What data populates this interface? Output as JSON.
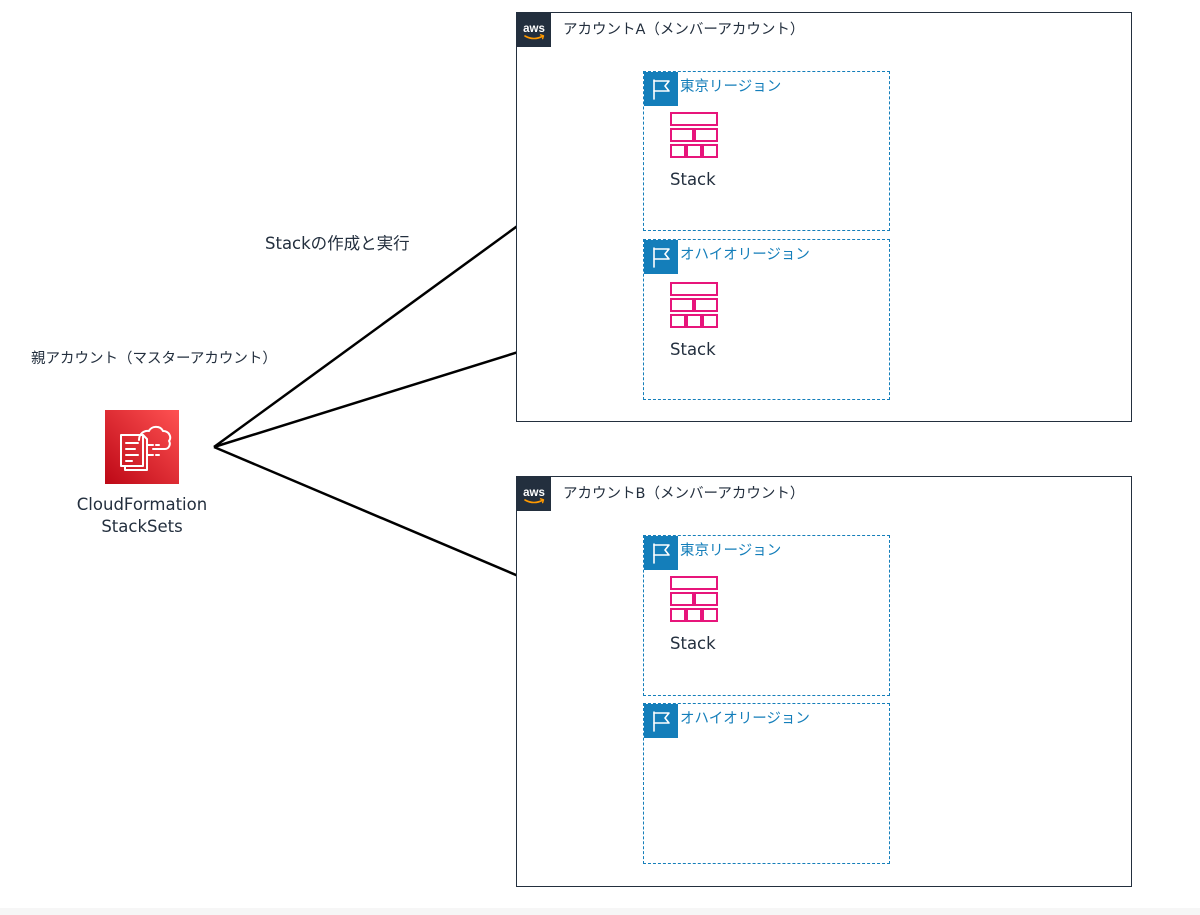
{
  "parent": {
    "title": "親アカウント（マスターアカウント）",
    "service_line1": "CloudFormation",
    "service_line2": "StackSets",
    "icon": "cloudformation-stacksets-icon"
  },
  "edge_label": "Stackの作成と実行",
  "accounts": [
    {
      "badge": "aws",
      "label": "アカウントA（メンバーアカウント）",
      "regions": [
        {
          "label": "東京リージョン",
          "stack": "Stack"
        },
        {
          "label": "オハイオリージョン",
          "stack": "Stack"
        }
      ]
    },
    {
      "badge": "aws",
      "label": "アカウントB（メンバーアカウント）",
      "regions": [
        {
          "label": "東京リージョン",
          "stack": "Stack"
        },
        {
          "label": "オハイオリージョン",
          "stack": ""
        }
      ]
    }
  ],
  "colors": {
    "account_border": "#232F3E",
    "region_border": "#147EBA",
    "stack_icon": "#E7157B",
    "service_icon_gradient": [
      "#BD0816",
      "#FF5252"
    ],
    "arrow": "#000000"
  }
}
